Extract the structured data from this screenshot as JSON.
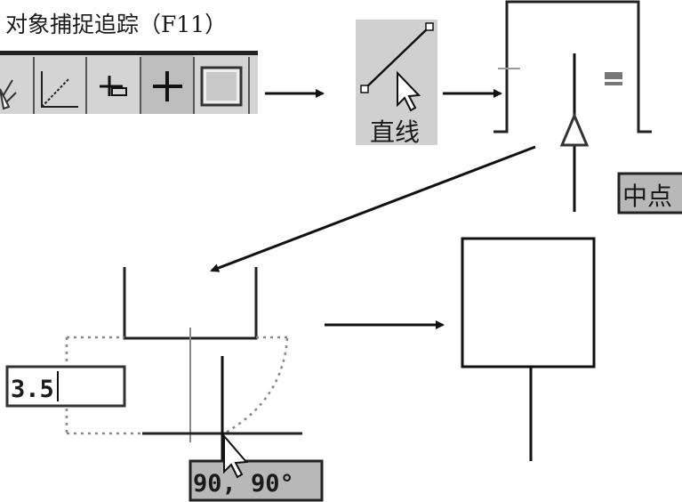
{
  "title": "对象捕捉追踪（F11）",
  "toolbar": {
    "buttons": [
      {
        "icon": "object-snap-icon",
        "active": false
      },
      {
        "icon": "polar-tracking-icon",
        "active": false
      },
      {
        "icon": "object-snap-tracking-icon",
        "active": false
      },
      {
        "icon": "crosshair-icon",
        "active": true
      },
      {
        "icon": "grid-display-icon",
        "active": false
      }
    ]
  },
  "line_tool": {
    "label": "直线",
    "icon": "line-icon"
  },
  "midpoint_tooltip": "中点",
  "distance_input": "3.5",
  "angle_tooltip": "90, 90°",
  "colors": {
    "stroke": "#111111",
    "tooltip_bg": "#b8b8b8",
    "toolbar_bg": "#d4d4d4"
  }
}
